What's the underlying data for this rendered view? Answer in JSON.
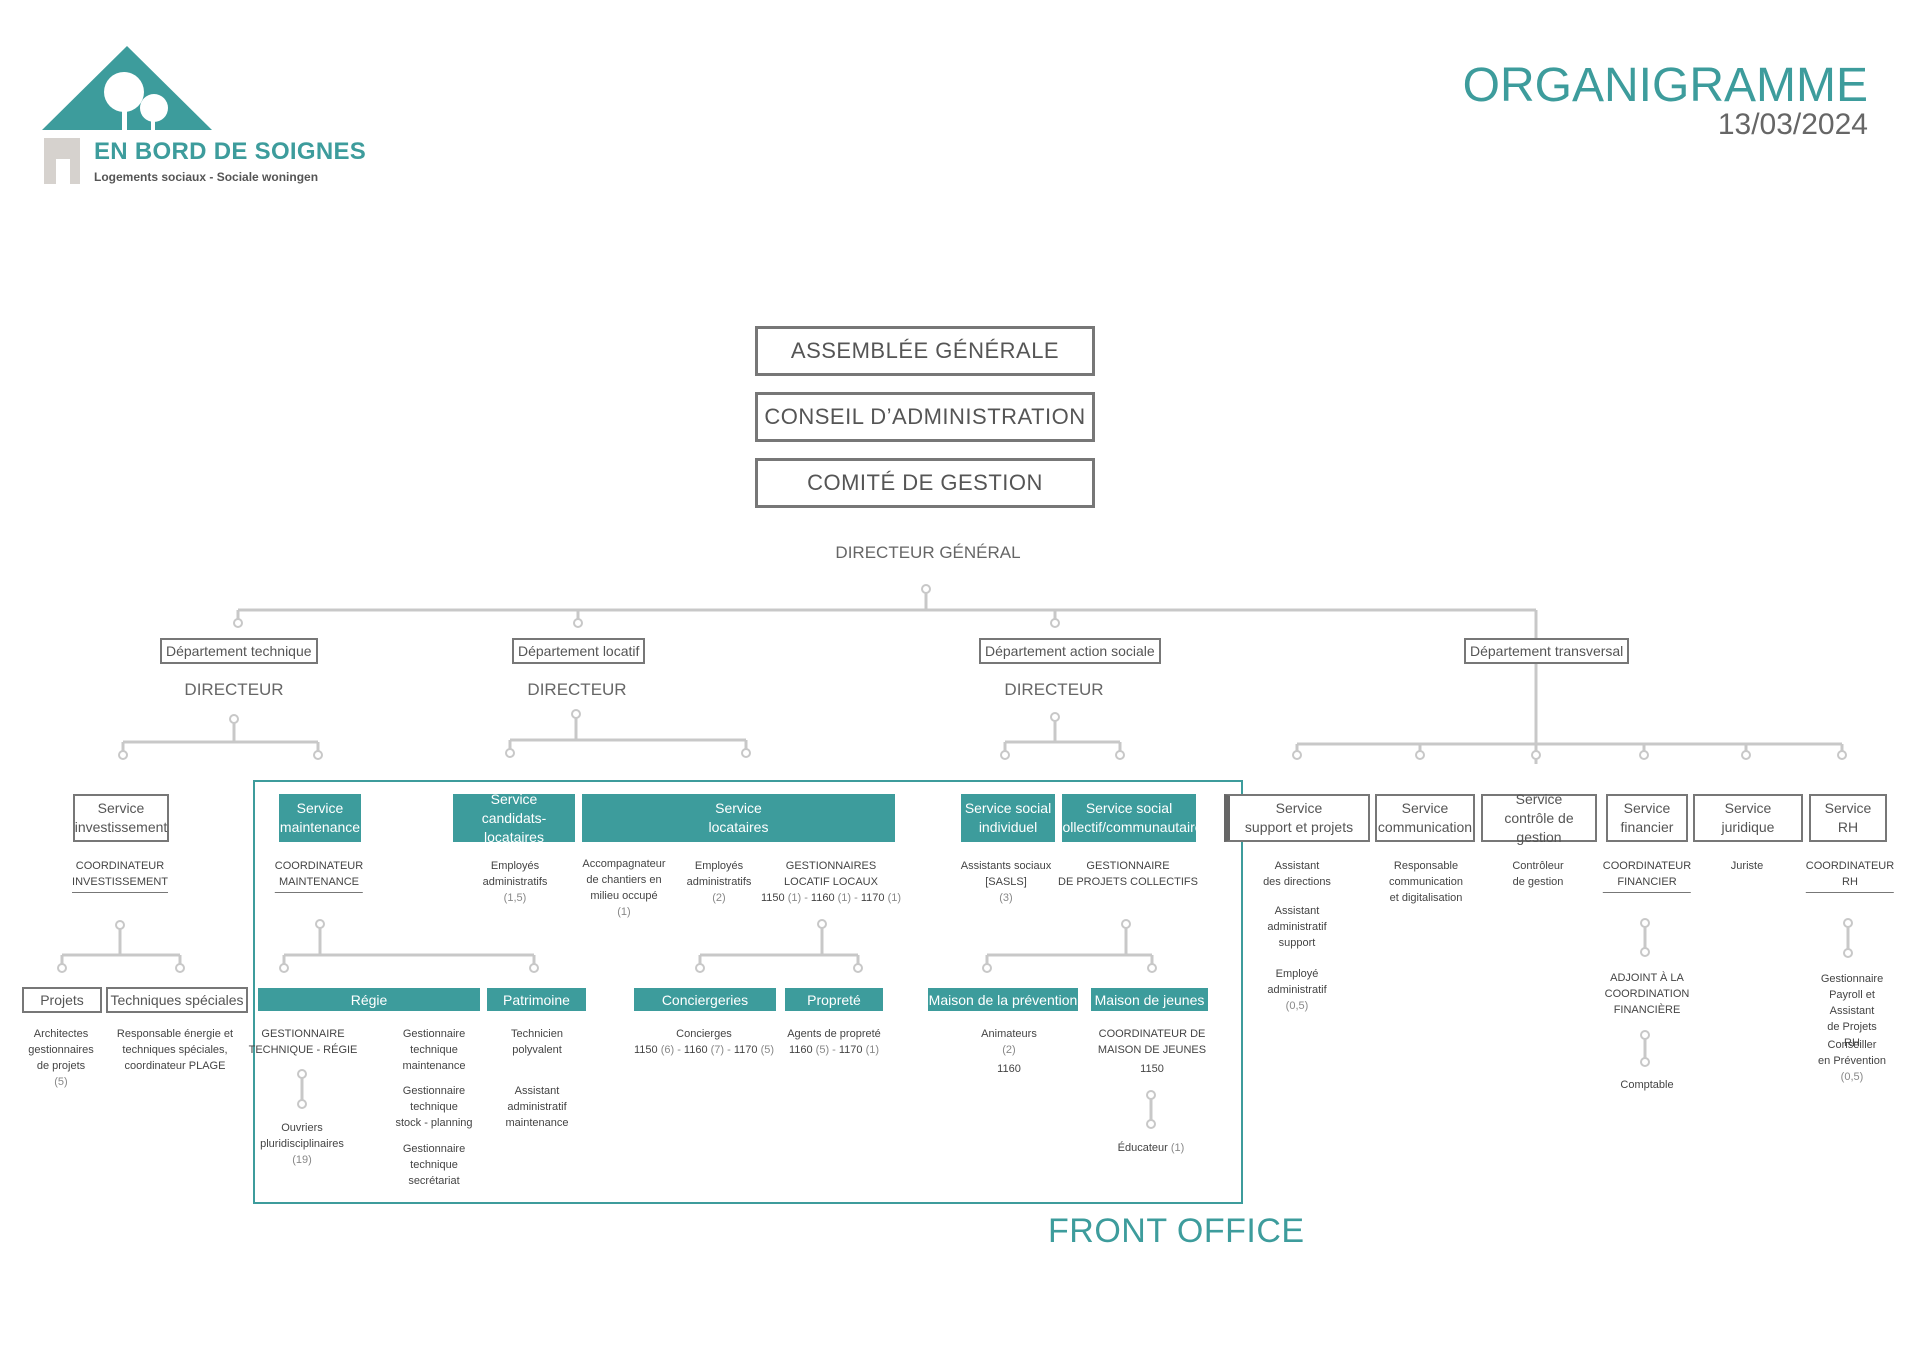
{
  "header": {
    "logo_name": "EN BORD DE SOIGNES",
    "logo_subtitle": "Logements sociaux - Sociale woningen",
    "title": "ORGANIGRAMME",
    "date": "13/03/2024",
    "colors": {
      "accent": "#3d9c9c",
      "line": "#c8c8c8",
      "box_border": "#777777"
    }
  },
  "governance": {
    "assemblee": "ASSEMBLÉE GÉNÉRALE",
    "conseil": "CONSEIL D’ADMINISTRATION",
    "comite": "COMITÉ DE GESTION",
    "dg": "DIRECTEUR GÉNÉRAL"
  },
  "departments": {
    "technique": {
      "name": "Département technique",
      "director": "DIRECTEUR"
    },
    "locatif": {
      "name": "Département locatif",
      "director": "DIRECTEUR"
    },
    "social": {
      "name": "Département action sociale",
      "director": "DIRECTEUR"
    },
    "transversal": {
      "name": "Département  transversal"
    }
  },
  "services": {
    "investissement": "Service\ninvestissement",
    "maintenance": "Service\nmaintenance",
    "candidats": "Service\ncandidats-locataires",
    "locataires": "Service\nlocataires",
    "social_ind": "Service social\nindividuel",
    "social_coll": "Service social\ncollectif/communautaire",
    "support": "Service\nsupport et projets",
    "communication": "Service\ncommunication",
    "controle": "Service\ncontrôle de gestion",
    "financier": "Service\nfinancier",
    "juridique": "Service\njuridique",
    "rh": "Service\nRH"
  },
  "staff": {
    "coord_invest": "COORDINATEUR\nINVESTISSEMENT",
    "coord_maint": "COORDINATEUR\nMAINTENANCE",
    "employes_admin_1": "Employés\nadministratifs",
    "employes_admin_1_n": "(1,5)",
    "accompagnateur": "Accompagnateur\nde chantiers en\nmilieu occupé",
    "accompagnateur_n": "(1)",
    "employes_admin_2": "Employés\nadministratifs",
    "employes_admin_2_n": "(2)",
    "gest_loc": "GESTIONNAIRES\nLOCATIF LOCAUX",
    "gest_loc_a": "1150",
    "gest_loc_a_n": " (1) - ",
    "gest_loc_b": "1160",
    "gest_loc_b_n": " (1) - ",
    "gest_loc_c": "1170",
    "gest_loc_c_n": " (1)",
    "assistants_soc": "Assistants sociaux\n[SASLS]",
    "assistants_soc_n": "(3)",
    "gest_proj_coll": "GESTIONNAIRE\nDE PROJETS COLLECTIFS",
    "assistant_dir": "Assistant\ndes directions",
    "assistant_admin_support": "Assistant\nadministratif\nsupport",
    "employe_admin": "Employé\nadministratif",
    "employe_admin_n": "(0,5)",
    "resp_comm": "Responsable\ncommunication\net digitalisation",
    "controleur": "Contrôleur\nde gestion",
    "coord_fin": "COORDINATEUR\nFINANCIER",
    "adjoint_fin": "ADJOINT À LA\nCOORDINATION\nFINANCIÈRE",
    "comptable": "Comptable",
    "juriste": "Juriste",
    "coord_rh": "COORDINATEUR\nRH",
    "payroll": "Gestionnaire\nPayroll et Assistant\nde Projets RH",
    "conseiller": "Conseiller\nen Prévention",
    "conseiller_n": "(0,5)"
  },
  "teams": {
    "projets": "Projets",
    "tech_spec": "Techniques spéciales",
    "regie": "Régie",
    "patrimoine": "Patrimoine",
    "concierg": "Conciergeries",
    "proprete": "Propreté",
    "maison_prev": "Maison de la prévention",
    "maison_jeunes": "Maison de jeunes"
  },
  "team_staff": {
    "architectes": "Architectes\ngestionnaires\nde projets",
    "architectes_n": "(5)",
    "resp_energie": "Responsable énergie et\ntechniques spéciales,\ncoordinateur PLAGE",
    "gest_tech_regie": "GESTIONNAIRE\nTECHNIQUE - RÉGIE",
    "ouvriers": "Ouvriers\npluridisciplinaires",
    "ouvriers_n": "(19)",
    "gt_maint": "Gestionnaire\ntechnique\nmaintenance",
    "gt_stock": "Gestionnaire\ntechnique\nstock - planning",
    "gt_secr": "Gestionnaire\ntechnique\nsecrétariat",
    "technicien": "Technicien\npolyvalent",
    "assist_maint": "Assistant\nadministratif\nmaintenance",
    "concierges": "Concierges",
    "conc_a": "1150",
    "conc_a_n": " (6) - ",
    "conc_b": "1160",
    "conc_b_n": " (7) - ",
    "conc_c": "1170",
    "conc_c_n": " (5)",
    "agents": "Agents de propreté",
    "ag_a": "1160",
    "ag_a_n": " (5) - ",
    "ag_b": "1170",
    "ag_b_n": " (1)",
    "animateurs": "Animateurs",
    "animateurs_n": "(2)",
    "animateurs_loc": "1160",
    "coord_mj": "COORDINATEUR DE\nMAISON DE JEUNES",
    "coord_mj_loc": "1150",
    "educateur": "Éducateur",
    "educateur_n": " (1)"
  },
  "front_office": "FRONT OFFICE"
}
